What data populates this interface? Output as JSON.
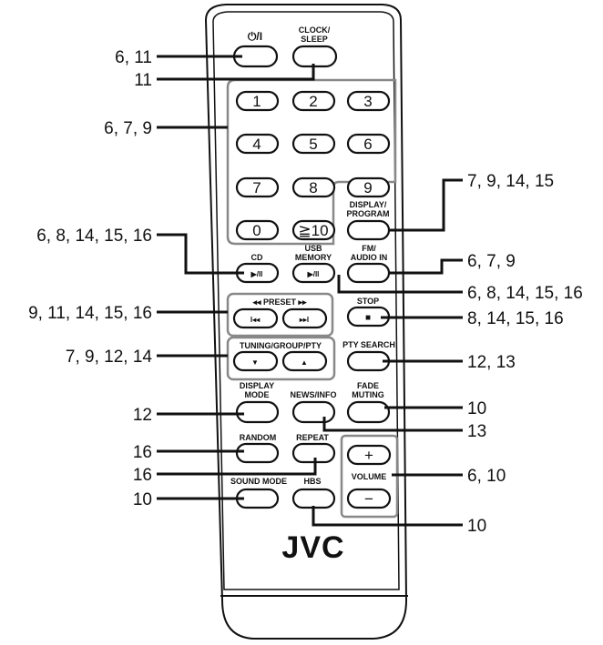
{
  "colors": {
    "ink": "#111111",
    "group_border": "#888888",
    "background": "#ffffff"
  },
  "brand": "JVC",
  "buttons": {
    "power": "⏻/I",
    "clock_sleep": [
      "CLOCK/",
      "SLEEP"
    ],
    "digits": [
      "1",
      "2",
      "3",
      "4",
      "5",
      "6",
      "7",
      "8",
      "9",
      "0",
      "≧10"
    ],
    "display_program": [
      "DISPLAY/",
      "PROGRAM"
    ],
    "cd": "CD",
    "usb_memory": [
      "USB",
      "MEMORY"
    ],
    "fm_audio_in": [
      "FM/",
      "AUDIO IN"
    ],
    "play_pause_symbol": "▶/II",
    "preset": "◂◂ PRESET ▸▸",
    "preset_prev_symbol": "I◂◂",
    "preset_next_symbol": "▸▸I",
    "stop": "STOP",
    "stop_symbol": "■",
    "tuning": "TUNING/GROUP/PTY",
    "tuning_down_symbol": "▼",
    "tuning_up_symbol": "▲",
    "pty_search": "PTY SEARCH",
    "display_mode": [
      "DISPLAY",
      "MODE"
    ],
    "news_info": "NEWS/INFO",
    "fade_muting": [
      "FADE",
      "MUTING"
    ],
    "random": "RANDOM",
    "repeat": "REPEAT",
    "volume": "VOLUME",
    "volume_plus": "+",
    "volume_minus": "−",
    "sound_mode": "SOUND MODE",
    "hbs": "HBS"
  },
  "callouts": {
    "power": "6, 11",
    "clock_sleep": "11",
    "numeric": "6, 7, 9",
    "display_program": "7, 9, 14, 15",
    "cd": "6, 8, 14, 15, 16",
    "fm_audio_in": "6, 7, 9",
    "usb_memory": "6, 8, 14, 15, 16",
    "preset": "9, 11, 14, 15, 16",
    "stop": "8, 14, 15, 16",
    "tuning": "7, 9, 12, 14",
    "pty_search": "12, 13",
    "display_mode": "12",
    "fade_muting": "10",
    "news_info": "13",
    "random": "16",
    "repeat": "16",
    "volume": "6, 10",
    "sound_mode": "10",
    "hbs": "10"
  }
}
